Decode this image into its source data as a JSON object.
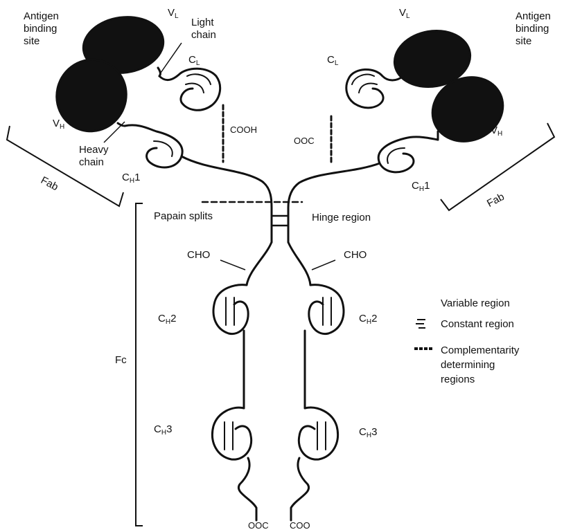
{
  "labels": {
    "antigen_binding_site_left": "Antigen\nbinding\nsite",
    "antigen_binding_site_right": "Antigen\nbinding\nsite",
    "vl_left": "V",
    "vl_left_sub": "L",
    "vl_right": "V",
    "vl_right_sub": "L",
    "vh_left": "V",
    "vh_left_sub": "H",
    "vh_right": "V",
    "vh_right_sub": "H",
    "light_chain": "Light\nchain",
    "cl_left": "C",
    "cl_left_sub": "L",
    "cl_right": "C",
    "cl_right_sub": "L",
    "heavy_chain": "Heavy\nchain",
    "ch1_left": "C",
    "ch1_left_sub": "H",
    "ch1_left_num": "1",
    "ch1_right": "C",
    "ch1_right_sub": "H",
    "ch1_right_num": "1",
    "fab_left": "Fab",
    "fab_right": "Fab",
    "cooh_left": "COOH",
    "cooh_right": "OOC",
    "papain_splits": "Papain splits",
    "hinge_region": "Hinge region",
    "cho_left": "CHO",
    "cho_right": "CHO",
    "ch2_left": "C",
    "ch2_left_sub": "H",
    "ch2_left_num": "2",
    "ch2_right": "C",
    "ch2_right_sub": "H",
    "ch2_right_num": "2",
    "ch3_left": "C",
    "ch3_left_sub": "H",
    "ch3_left_num": "3",
    "ch3_right": "C",
    "ch3_right_sub": "H",
    "ch3_right_num": "3",
    "fc": "Fc",
    "cooh_bottom_left": "OOC",
    "cooh_bottom_right": "COO"
  },
  "legend": {
    "variable": "Variable region",
    "constant": "Constant region",
    "cdr": "Complementarity\ndetermining\nregions"
  },
  "colors": {
    "variable_fill": "#111111",
    "constant_fill": "#ffffff",
    "stroke": "#111111"
  }
}
